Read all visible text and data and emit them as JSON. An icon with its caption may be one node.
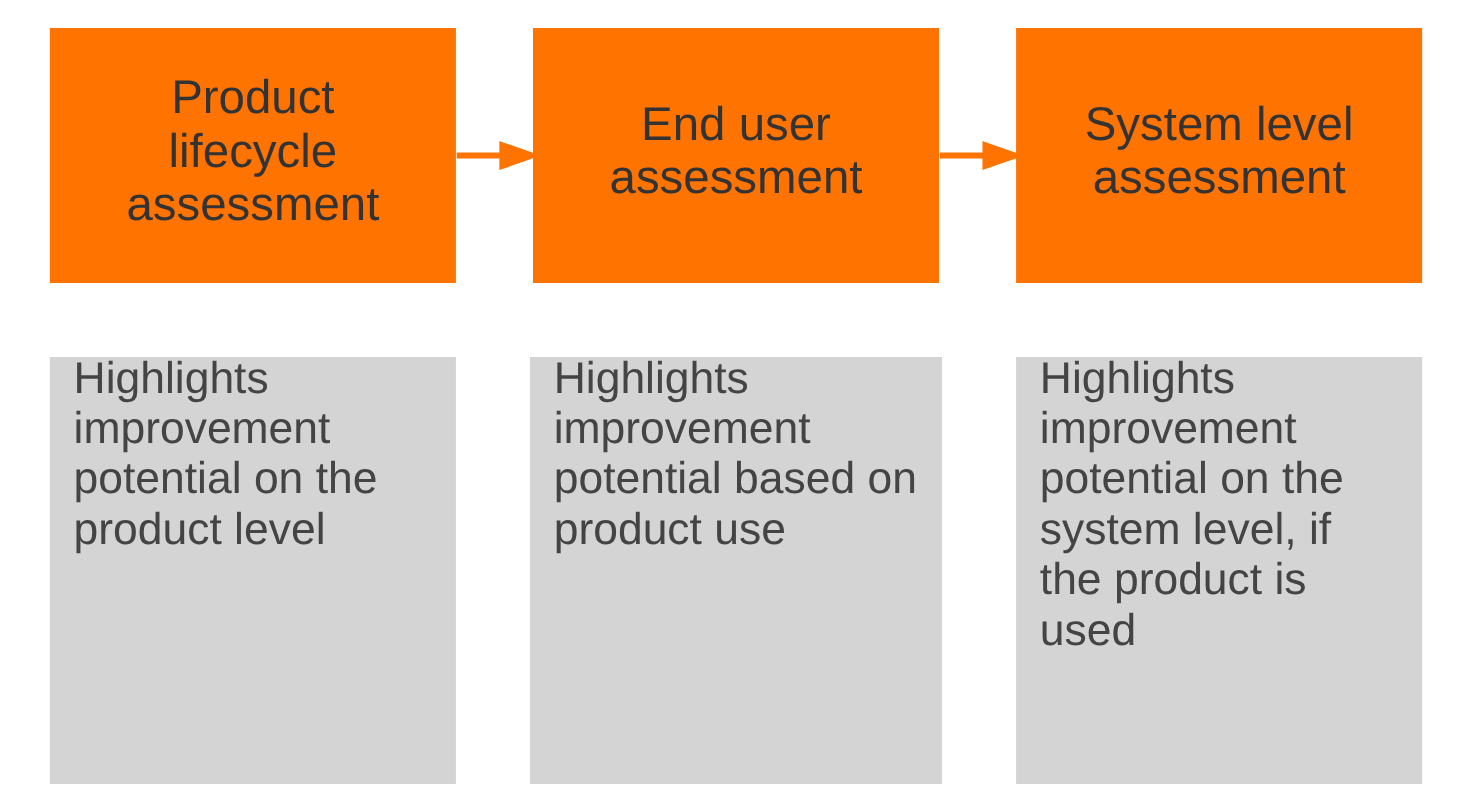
{
  "diagram": {
    "nodes": [
      {
        "text": [
          "Product lifecycle assessment"
        ]
      },
      {
        "text": [
          "End user assessment"
        ]
      },
      {
        "text": [
          "System level assessment"
        ]
      },
      {
        "text": [
          "Highlights improvement potential on the product level"
        ]
      },
      {
        "text": [
          "Highlights improvement potential based on product use"
        ]
      },
      {
        "text": [
          "Highlights improvement potential on the system level, if the product is used"
        ]
      }
    ],
    "edges": [
      {
        "from": 0,
        "to": 1,
        "arrow": "to"
      },
      {
        "from": 1,
        "to": 2,
        "arrow": "to"
      }
    ]
  }
}
